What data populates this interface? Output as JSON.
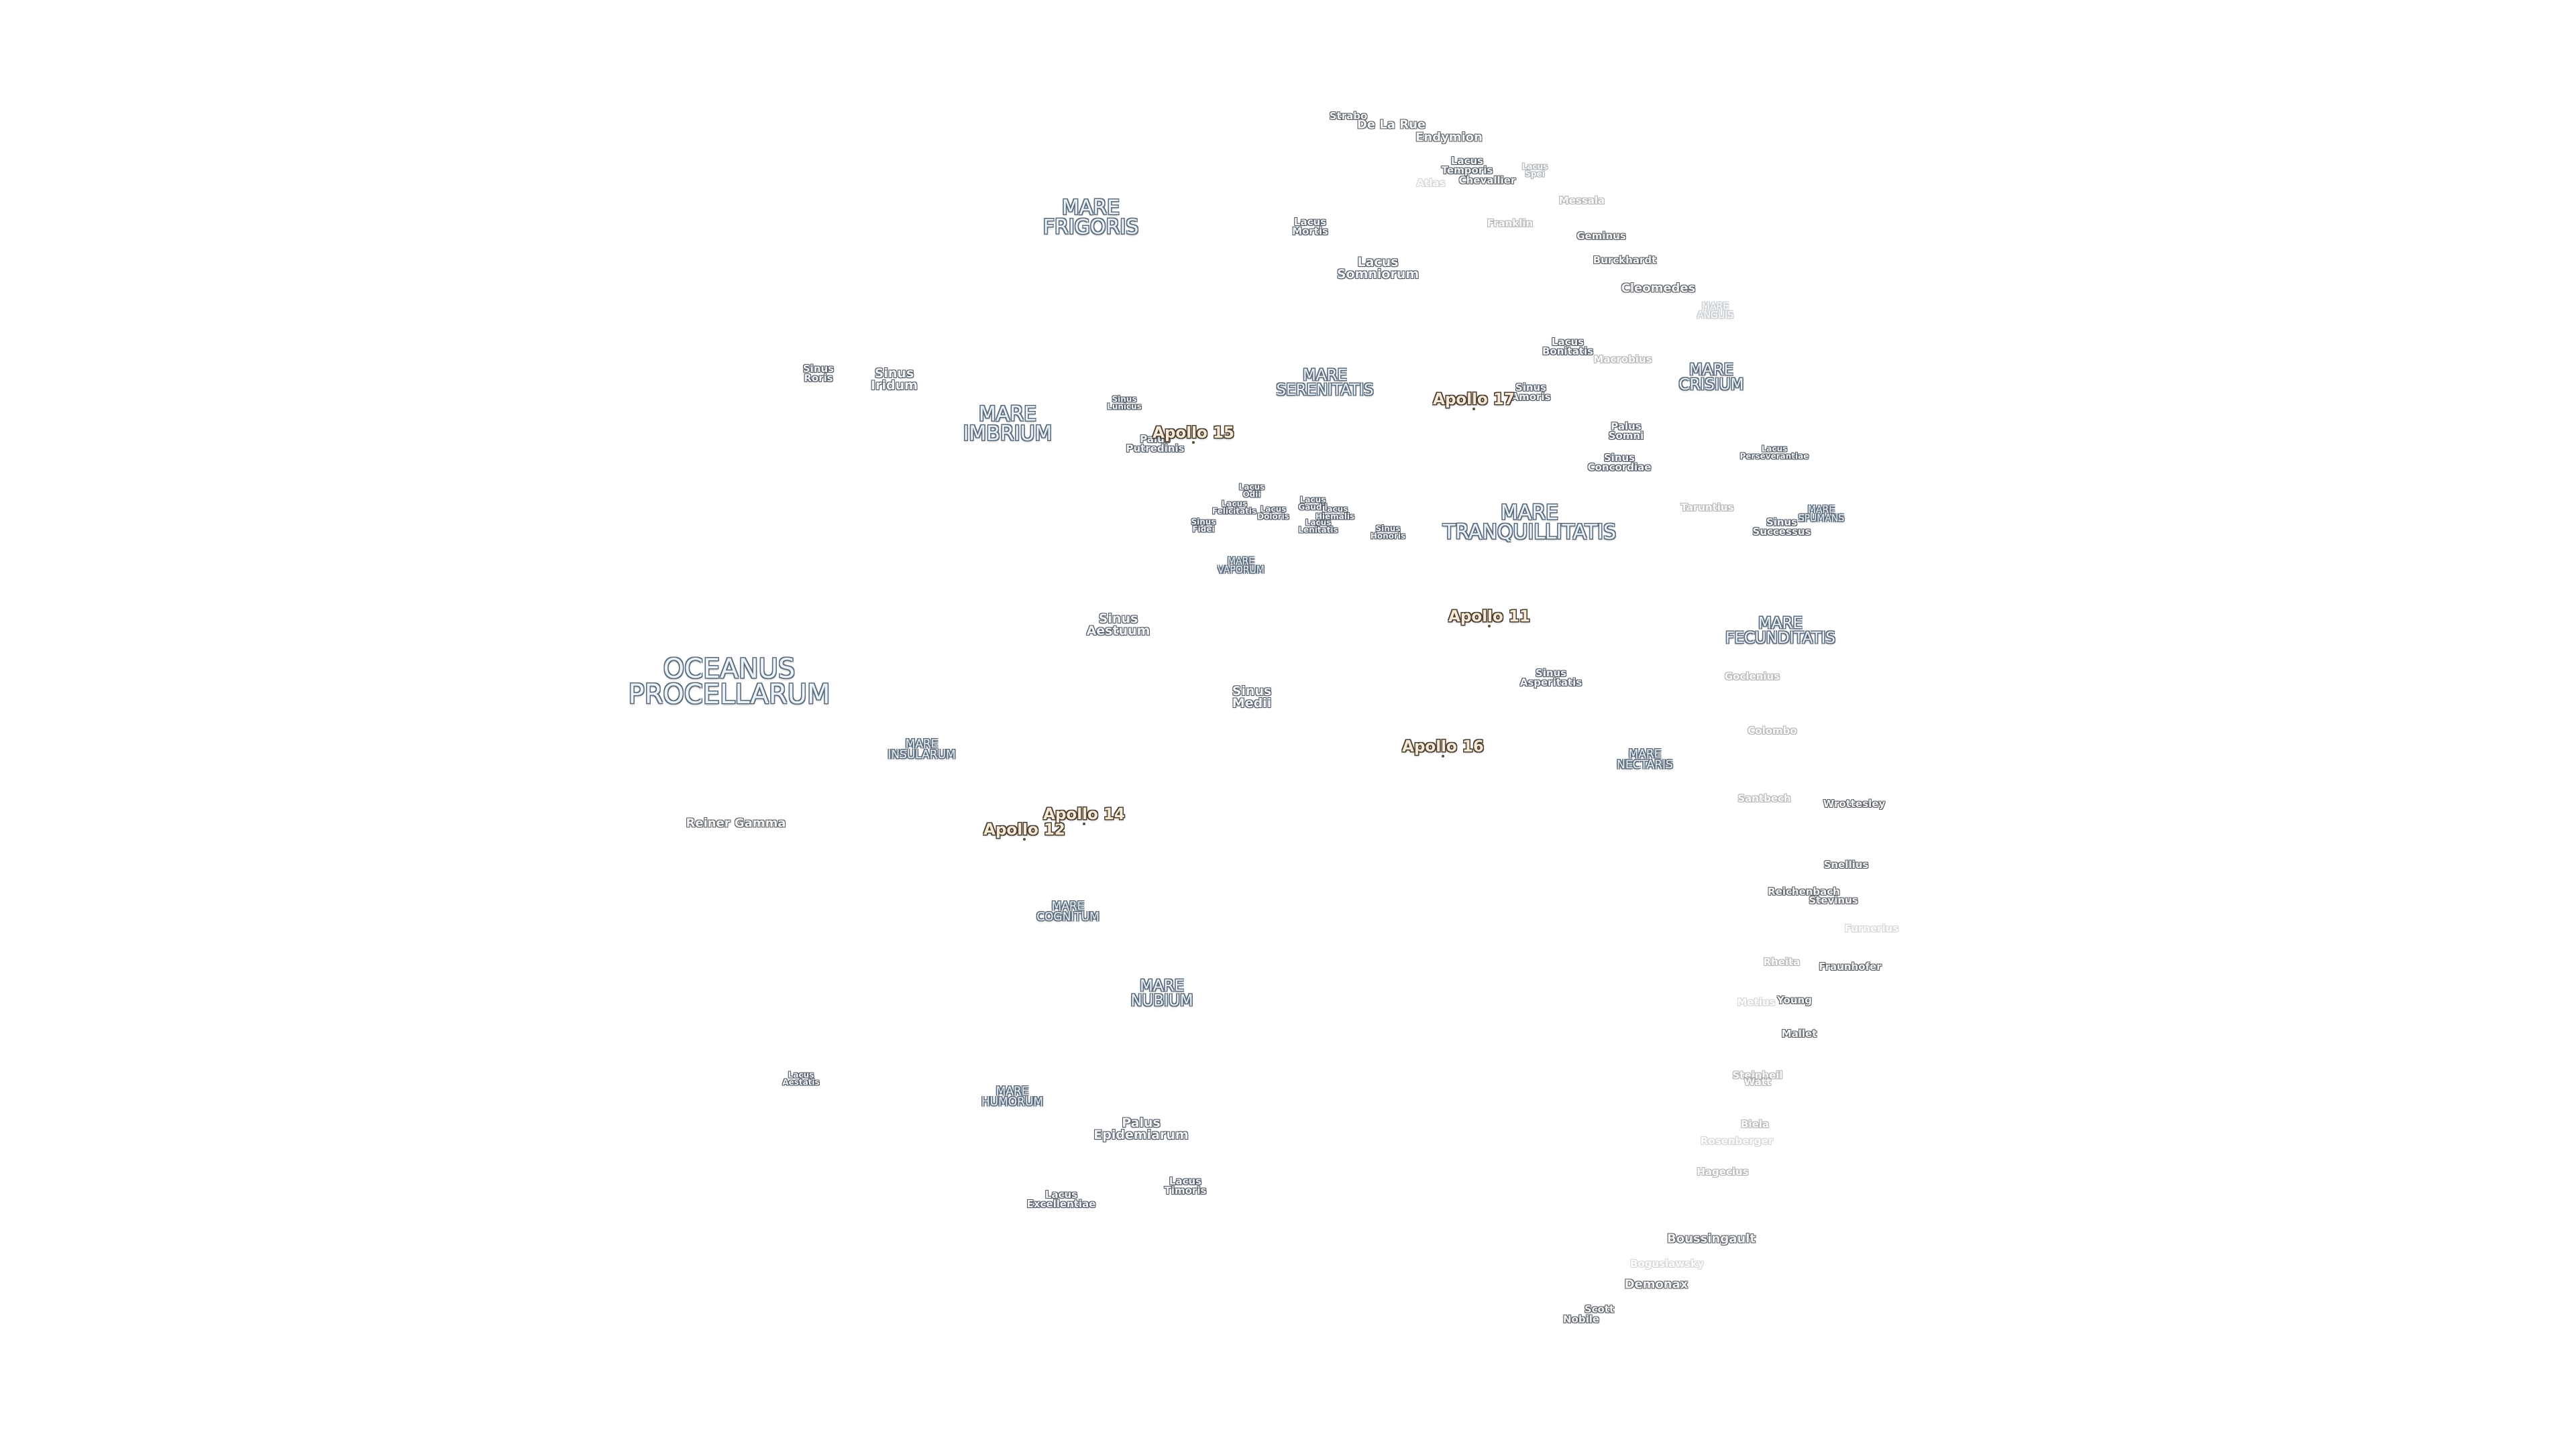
{
  "maria": [
    {
      "name": "OCEANUS\nPROCELLARUM",
      "size": "ocean"
    },
    {
      "name": "MARE\nFRIGORIS",
      "size": "mare-lg"
    },
    {
      "name": "MARE\nIMBRIUM",
      "size": "mare-lg"
    },
    {
      "name": "MARE\nSERENITATIS",
      "size": "mare-md"
    },
    {
      "name": "MARE\nTRANQUILLITATIS",
      "size": "mare-lg"
    },
    {
      "name": "MARE\nCRISIUM",
      "size": "mare-md"
    },
    {
      "name": "MARE\nFECUNDITATIS",
      "size": "mare-md"
    },
    {
      "name": "MARE\nNECTARIS",
      "size": "mare-sm"
    },
    {
      "name": "MARE\nINSULARUM",
      "size": "mare-sm"
    },
    {
      "name": "MARE\nCOGNITUM",
      "size": "mare-sm"
    },
    {
      "name": "MARE\nNUBIUM",
      "size": "mare-md"
    },
    {
      "name": "MARE\nHUMORUM",
      "size": "mare-sm"
    },
    {
      "name": "MARE\nVAPORUM",
      "size": "mare-xs"
    },
    {
      "name": "MARE\nSPUMANS",
      "size": "mare-xs"
    },
    {
      "name": "MARE\nANGUIS",
      "size": "mare-xs"
    }
  ],
  "features": [
    {
      "name": "Lacus\nSomniorum",
      "size": "feat-md"
    },
    {
      "name": "Lacus\nMortis",
      "size": "feat-sm"
    },
    {
      "name": "Lacus\nTemporis",
      "size": "feat-sm"
    },
    {
      "name": "Lacus\nSpei",
      "size": "feat-xs"
    },
    {
      "name": "Lacus\nBonitatis",
      "size": "feat-sm"
    },
    {
      "name": "Sinus\nAmoris",
      "size": "feat-sm"
    },
    {
      "name": "Palus\nSomni",
      "size": "feat-sm"
    },
    {
      "name": "Sinus\nConcordiae",
      "size": "feat-sm"
    },
    {
      "name": "Lacus\nPerseverantiae",
      "size": "feat-xs"
    },
    {
      "name": "Sinus\nSuccessus",
      "size": "feat-sm"
    },
    {
      "name": "Sinus\nRoris",
      "size": "feat-sm"
    },
    {
      "name": "Sinus\nIridum",
      "size": "feat-md"
    },
    {
      "name": "Sinus\nLunicus",
      "size": "feat-xs"
    },
    {
      "name": "Palus\nPutredinis",
      "size": "feat-sm"
    },
    {
      "name": "Lacus\nOdii",
      "size": "feat-xs"
    },
    {
      "name": "Lacus\nFelicitatis",
      "size": "feat-xs"
    },
    {
      "name": "Lacus\nDoloris",
      "size": "feat-xs"
    },
    {
      "name": "Lacus\nGaudii",
      "size": "feat-xs"
    },
    {
      "name": "Lacus\nHiemalis",
      "size": "feat-xs"
    },
    {
      "name": "Lacus\nLenitatis",
      "size": "feat-xs"
    },
    {
      "name": "Sinus\nFidei",
      "size": "feat-xs"
    },
    {
      "name": "Sinus\nHonoris",
      "size": "feat-xs"
    },
    {
      "name": "Sinus\nAestuum",
      "size": "feat-md"
    },
    {
      "name": "Sinus\nMedii",
      "size": "feat-md"
    },
    {
      "name": "Sinus\nAsperitatis",
      "size": "feat-sm"
    },
    {
      "name": "Lacus\nAestatis",
      "size": "feat-xs"
    },
    {
      "name": "Palus\nEpidemiarum",
      "size": "feat-md"
    },
    {
      "name": "Lacus\nTimoris",
      "size": "feat-sm"
    },
    {
      "name": "Lacus\nExcellentiae",
      "size": "feat-sm"
    }
  ],
  "craters": [
    {
      "name": "Strabo",
      "style": ""
    },
    {
      "name": "De La Rue",
      "style": "lg"
    },
    {
      "name": "Endymion",
      "style": "lg"
    },
    {
      "name": "Atlas",
      "style": "faint"
    },
    {
      "name": "Chevallier",
      "style": ""
    },
    {
      "name": "Messala",
      "style": "fade"
    },
    {
      "name": "Franklin",
      "style": "fade"
    },
    {
      "name": "Geminus",
      "style": ""
    },
    {
      "name": "Burckhardt",
      "style": ""
    },
    {
      "name": "Cleomedes",
      "style": "lg"
    },
    {
      "name": "Macrobius",
      "style": "fade"
    },
    {
      "name": "Taruntius",
      "style": "fade"
    },
    {
      "name": "Goclenius",
      "style": "fade"
    },
    {
      "name": "Colombo",
      "style": "fade"
    },
    {
      "name": "Santbech",
      "style": "fade"
    },
    {
      "name": "Wrottesley",
      "style": ""
    },
    {
      "name": "Snellius",
      "style": ""
    },
    {
      "name": "Reichenbach",
      "style": ""
    },
    {
      "name": "Stevinus",
      "style": ""
    },
    {
      "name": "Furnerius",
      "style": "faint"
    },
    {
      "name": "Rheita",
      "style": "fade"
    },
    {
      "name": "Fraunhofer",
      "style": ""
    },
    {
      "name": "Metius",
      "style": "faint"
    },
    {
      "name": "Young",
      "style": ""
    },
    {
      "name": "Mallet",
      "style": ""
    },
    {
      "name": "Steinheil",
      "style": "fade"
    },
    {
      "name": "Watt",
      "style": "fade"
    },
    {
      "name": "Biela",
      "style": "fade"
    },
    {
      "name": "Rosenberger",
      "style": "faint"
    },
    {
      "name": "Hagecius",
      "style": "fade"
    },
    {
      "name": "Boussingault",
      "style": "lg"
    },
    {
      "name": "Boguslawsky",
      "style": "faint"
    },
    {
      "name": "Demonax",
      "style": "lg"
    },
    {
      "name": "Scott",
      "style": ""
    },
    {
      "name": "Nobile",
      "style": ""
    },
    {
      "name": "Reiner Gamma",
      "style": "lg"
    }
  ],
  "apollo": [
    {
      "name": "Apollo 11"
    },
    {
      "name": "Apollo 12"
    },
    {
      "name": "Apollo 14"
    },
    {
      "name": "Apollo 15"
    },
    {
      "name": "Apollo 16"
    },
    {
      "name": "Apollo 17"
    }
  ]
}
